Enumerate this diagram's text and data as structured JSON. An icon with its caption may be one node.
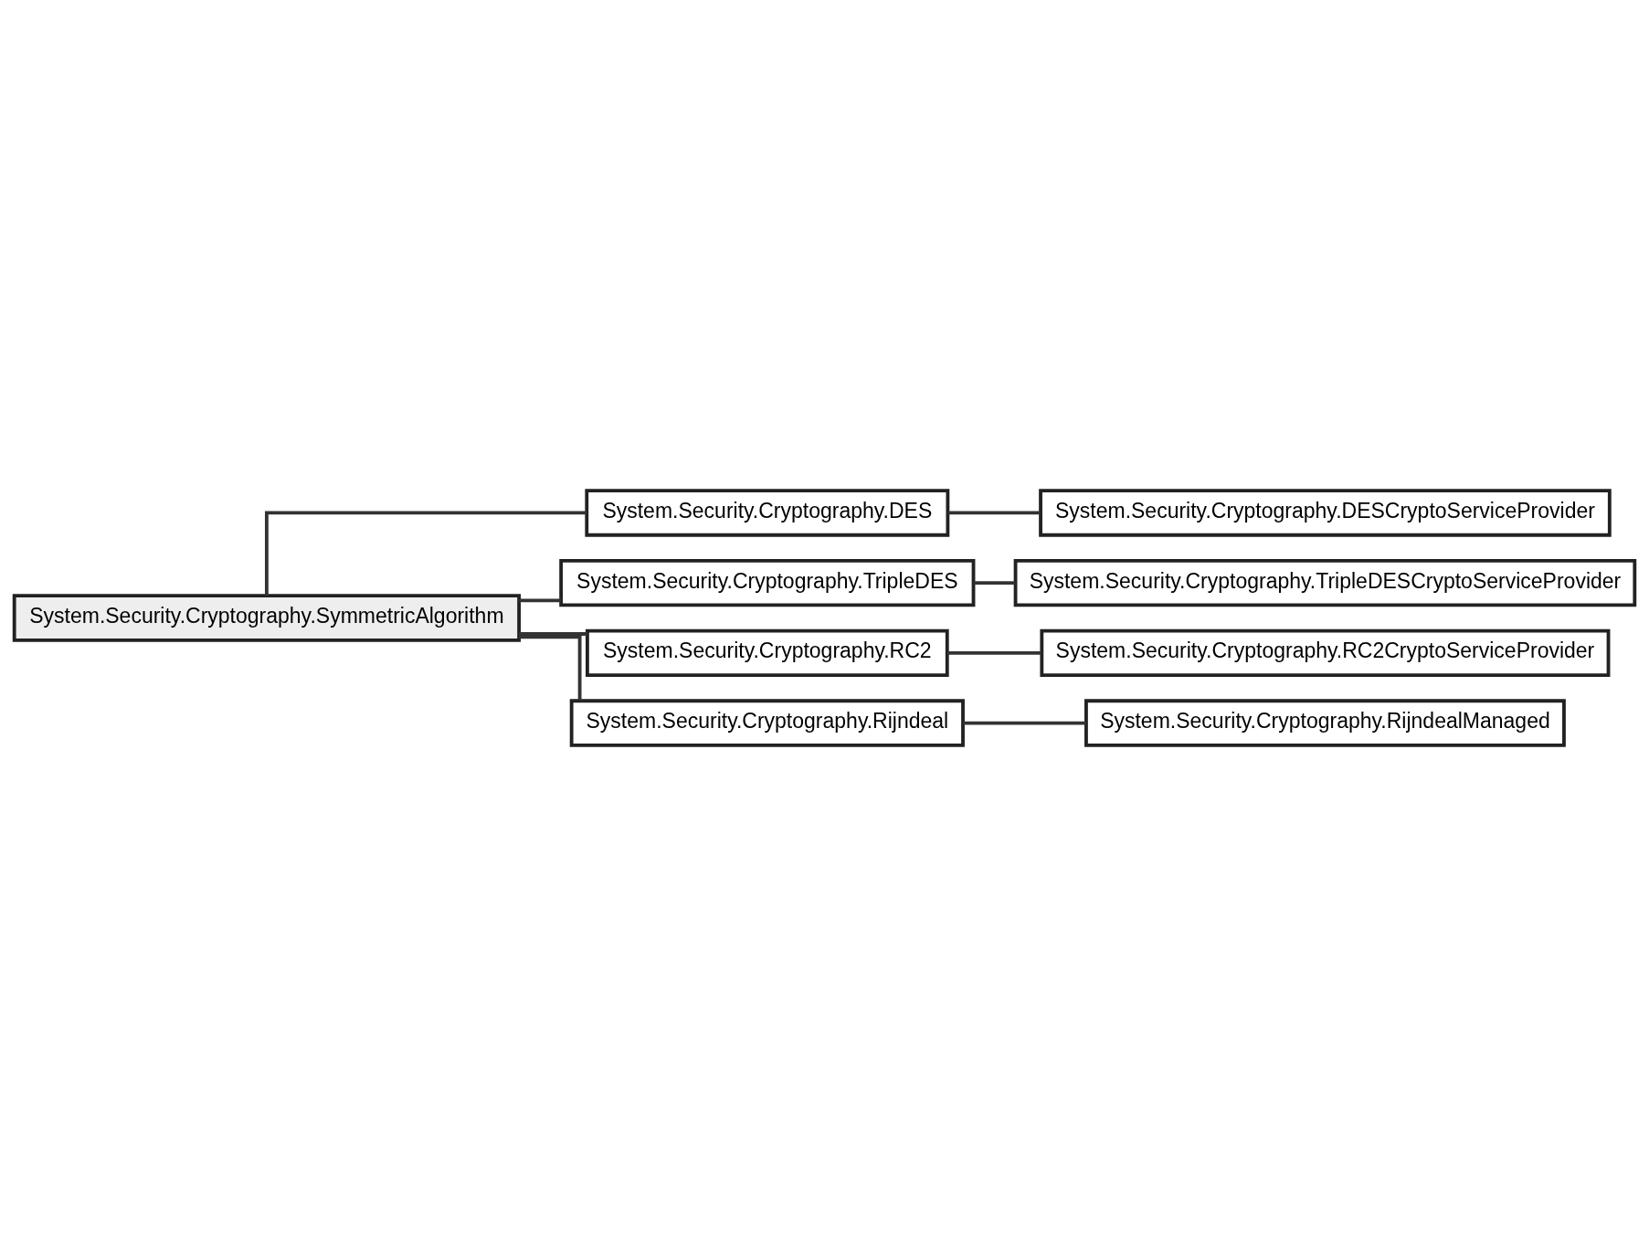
{
  "diagram": {
    "nodes": [
      {
        "text": [
          "System.Security.Cryptography.SymmetricAlgorithm"
        ]
      },
      {
        "text": [
          "System.Security.Cryptography.DES"
        ]
      },
      {
        "text": [
          "System.Security.Cryptography.DESCryptoServiceProvider"
        ]
      },
      {
        "text": [
          "System.Security.Cryptography.TripleDES"
        ]
      },
      {
        "text": [
          "System.Security.Cryptography.TripleDESCryptoServiceProvider"
        ]
      },
      {
        "text": [
          "System.Security.Cryptography.RC2"
        ]
      },
      {
        "text": [
          "System.Security.Cryptography.RC2CryptoServiceProvider"
        ]
      },
      {
        "text": [
          "System.Security.Cryptography.Rijndeal"
        ]
      },
      {
        "text": [
          "System.Security.Cryptography.RijndealManaged"
        ]
      }
    ],
    "edges": [
      {
        "from": 0,
        "to": 1,
        "arrow": "none"
      },
      {
        "from": 1,
        "to": 2,
        "arrow": "none"
      },
      {
        "from": 0,
        "to": 3,
        "arrow": "none"
      },
      {
        "from": 3,
        "to": 4,
        "arrow": "none"
      },
      {
        "from": 0,
        "to": 5,
        "arrow": "none"
      },
      {
        "from": 5,
        "to": 6,
        "arrow": "none"
      },
      {
        "from": 0,
        "to": 7,
        "arrow": "none"
      },
      {
        "from": 7,
        "to": 8,
        "arrow": "none"
      }
    ]
  }
}
